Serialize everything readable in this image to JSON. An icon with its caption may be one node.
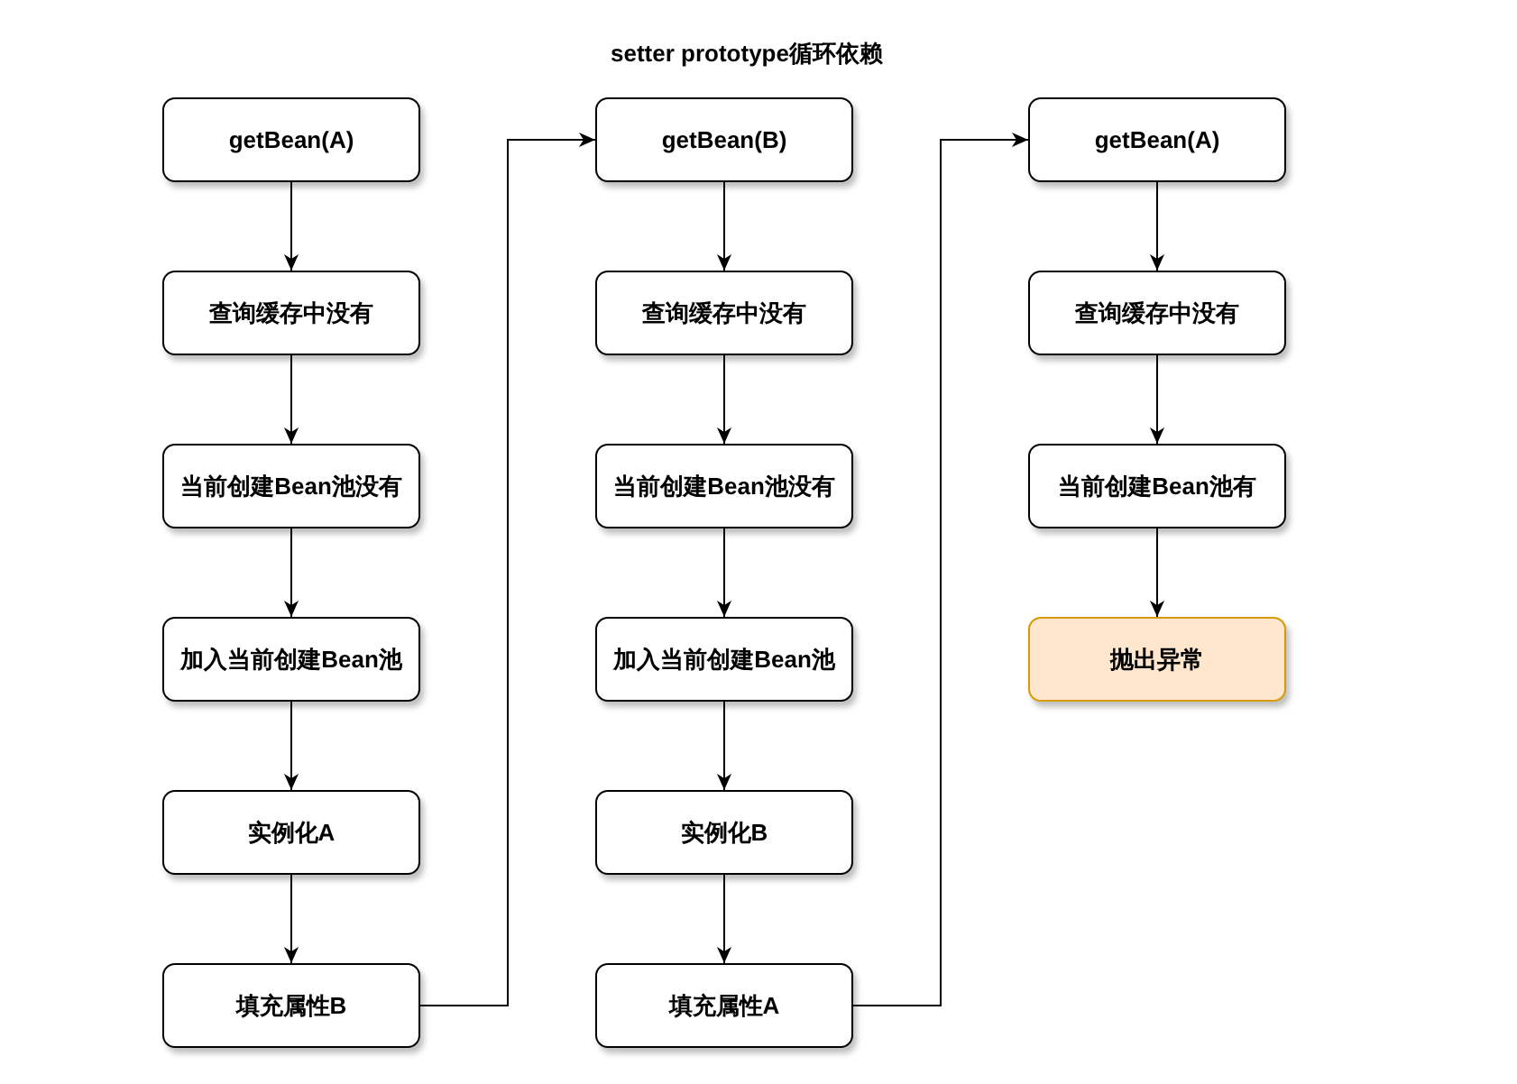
{
  "diagram": {
    "title": "setter prototype循环依赖",
    "nodes": [
      {
        "text": [
          "getBean(A)"
        ]
      },
      {
        "text": [
          "查询缓存中没有"
        ]
      },
      {
        "text": [
          "当前创建Bean池没有"
        ]
      },
      {
        "text": [
          "加入当前创建Bean池"
        ]
      },
      {
        "text": [
          "实例化A"
        ]
      },
      {
        "text": [
          "填充属性B"
        ]
      },
      {
        "text": [
          "getBean(B)"
        ]
      },
      {
        "text": [
          "查询缓存中没有"
        ]
      },
      {
        "text": [
          "当前创建Bean池没有"
        ]
      },
      {
        "text": [
          "加入当前创建Bean池"
        ]
      },
      {
        "text": [
          "实例化B"
        ]
      },
      {
        "text": [
          "填充属性A"
        ]
      },
      {
        "text": [
          "getBean(A)"
        ]
      },
      {
        "text": [
          "查询缓存中没有"
        ]
      },
      {
        "text": [
          "当前创建Bean池有"
        ]
      },
      {
        "text": [
          "抛出异常"
        ]
      }
    ],
    "edges": [
      {
        "from": 0,
        "to": 1,
        "arrow": "to"
      },
      {
        "from": 1,
        "to": 2,
        "arrow": "to"
      },
      {
        "from": 2,
        "to": 3,
        "arrow": "to"
      },
      {
        "from": 3,
        "to": 4,
        "arrow": "to"
      },
      {
        "from": 4,
        "to": 5,
        "arrow": "to"
      },
      {
        "from": 5,
        "to": 6,
        "arrow": "to"
      },
      {
        "from": 6,
        "to": 7,
        "arrow": "to"
      },
      {
        "from": 7,
        "to": 8,
        "arrow": "to"
      },
      {
        "from": 8,
        "to": 9,
        "arrow": "to"
      },
      {
        "from": 9,
        "to": 10,
        "arrow": "to"
      },
      {
        "from": 10,
        "to": 11,
        "arrow": "to"
      },
      {
        "from": 11,
        "to": 12,
        "arrow": "to"
      },
      {
        "from": 12,
        "to": 13,
        "arrow": "to"
      },
      {
        "from": 13,
        "to": 14,
        "arrow": "to"
      },
      {
        "from": 14,
        "to": 15,
        "arrow": "to"
      }
    ]
  }
}
